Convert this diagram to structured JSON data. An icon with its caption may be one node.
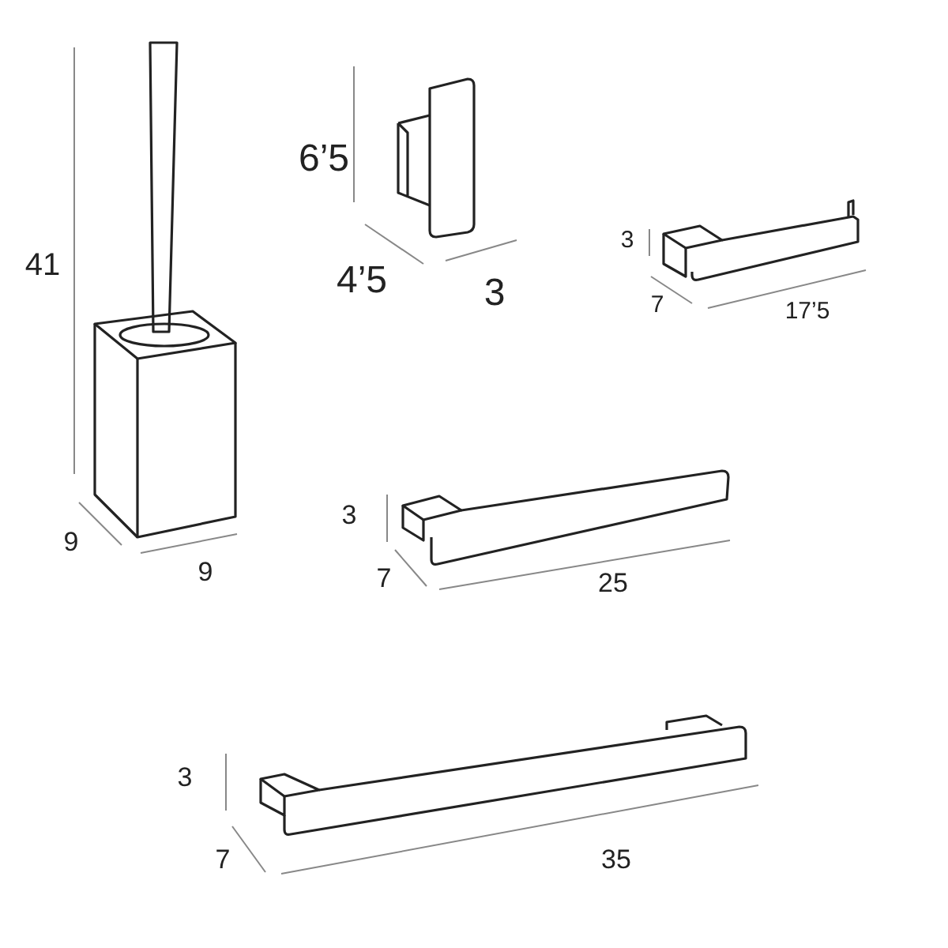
{
  "diagram": {
    "labels": [
      "41",
      "6’5",
      "4’5",
      "3",
      "3",
      "7",
      "17’5",
      "9",
      "9",
      "3",
      "7",
      "25",
      "3",
      "7",
      "35"
    ]
  }
}
